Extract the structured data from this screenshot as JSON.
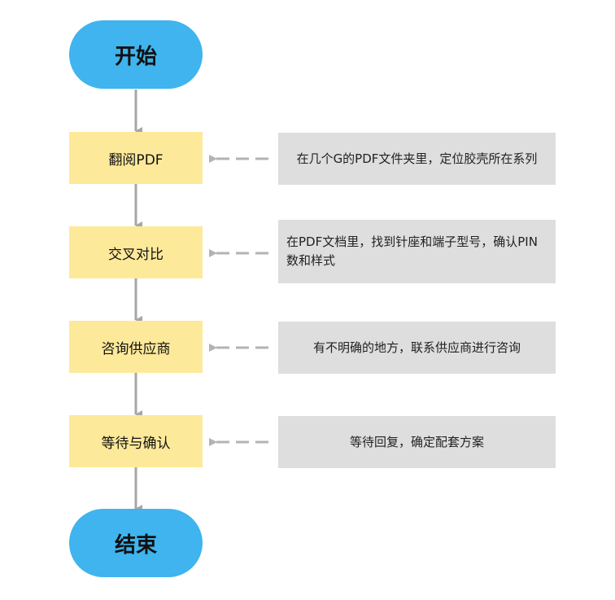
{
  "colors": {
    "terminal": "#3fb4ee",
    "step": "#fde99a",
    "note": "#dedede",
    "connector": "#a6a6a6",
    "dashed_arrow": "#b3b3b3"
  },
  "start": {
    "label": "开始"
  },
  "end": {
    "label": "结束"
  },
  "steps": [
    {
      "label": "翻阅PDF",
      "note": "在几个G的PDF文件夹里，定位胶壳所在系列"
    },
    {
      "label": "交叉对比",
      "note": "在PDF文档里，找到针座和端子型号，确认PIN数和样式"
    },
    {
      "label": "咨询供应商",
      "note": "有不明确的地方，联系供应商进行咨询"
    },
    {
      "label": "等待与确认",
      "note": "等待回复，确定配套方案"
    }
  ]
}
